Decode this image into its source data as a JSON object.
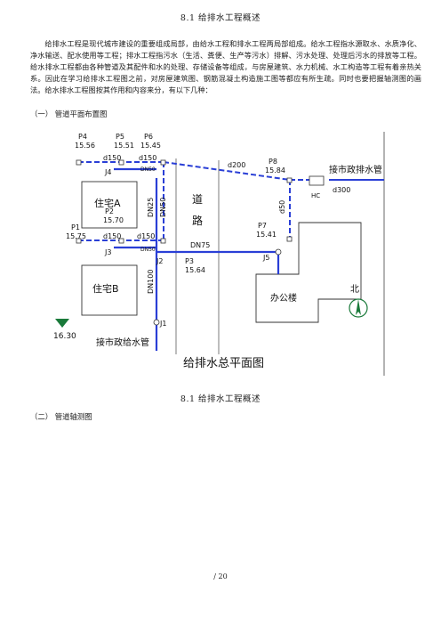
{
  "page": {
    "heading_top": "8.1 给排水工程概述",
    "intro": "给排水工程是现代城市建设的重要组成局部，由给水工程和排水工程两局部组成。给水工程指水源取水、水质净化、净水输送、配水使用等工程；排水工程指污水（生活、粪便、生产等污水）排解、污水处理、处理后污水的排放等工程。给水排水工程都由各种管道及其配件和水的处理、存储设备等组成，与房屋建筑、水力机械、水工构造等工程有着亲热关系。因此在学习给排水工程图之前，对房屋建筑图、钢筋混凝土构造施工图等都应有所生疏。同时也要把握轴测图的画法。给水排水工程图按其作用和内容来分，有以下几种：",
    "section1": "（一） 管道平面布置图",
    "heading_mid": "8.1 给排水工程概述",
    "section2": "（二） 管道轴测图",
    "footer": "/ 20"
  },
  "figure": {
    "title": "给排水总平面图",
    "buildings": {
      "a": "住宅A",
      "b": "住宅B",
      "office": "办公楼"
    },
    "road": [
      "道",
      "路"
    ],
    "north": "北",
    "elevation": "16.30",
    "pits": [
      {
        "id": "P4",
        "elev": "15.56"
      },
      {
        "id": "P5",
        "elev": "15.51"
      },
      {
        "id": "P6",
        "elev": "15.45"
      },
      {
        "id": "P8",
        "elev": "15.84"
      },
      {
        "id": "P1",
        "elev": "15.75"
      },
      {
        "id": "P2",
        "elev": "15.70"
      },
      {
        "id": "P3",
        "elev": "15.64"
      },
      {
        "id": "P7",
        "elev": "15.41"
      }
    ],
    "junctions": [
      "J4",
      "J3",
      "J2",
      "J5",
      "J1"
    ],
    "pipes": [
      "d150",
      "d150",
      "d150",
      "d150",
      "d200",
      "d300",
      "d50",
      "DN25",
      "DN50",
      "DN75",
      "DN100",
      "DN50",
      "DN50"
    ],
    "hc": "HC",
    "drain_label": "接市政排水管",
    "supply_label": "接市政给水管"
  }
}
